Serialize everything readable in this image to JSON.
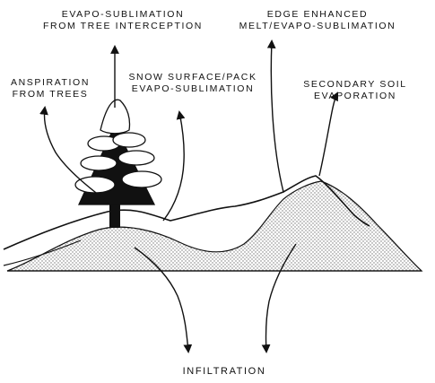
{
  "labels": {
    "evapo_sublimation_tree": [
      "EVAPO-SUBLIMATION",
      "FROM  TREE  INTERCEPTION"
    ],
    "edge_enhanced": [
      "EDGE  ENHANCED",
      "MELT/EVAPO-SUBLIMATION"
    ],
    "transpiration": [
      "ANSPIRATION",
      "FROM  TREES"
    ],
    "snow_surface": [
      "SNOW  SURFACE/PACK",
      "EVAPO-SUBLIMATION"
    ],
    "secondary_soil": [
      "SECONDARY  SOIL",
      "EVAPORATION"
    ],
    "infiltration": "INFILTRATION"
  },
  "colors": {
    "ink": "#111111",
    "stipple": "#8a8a8a",
    "paper": "#ffffff"
  }
}
